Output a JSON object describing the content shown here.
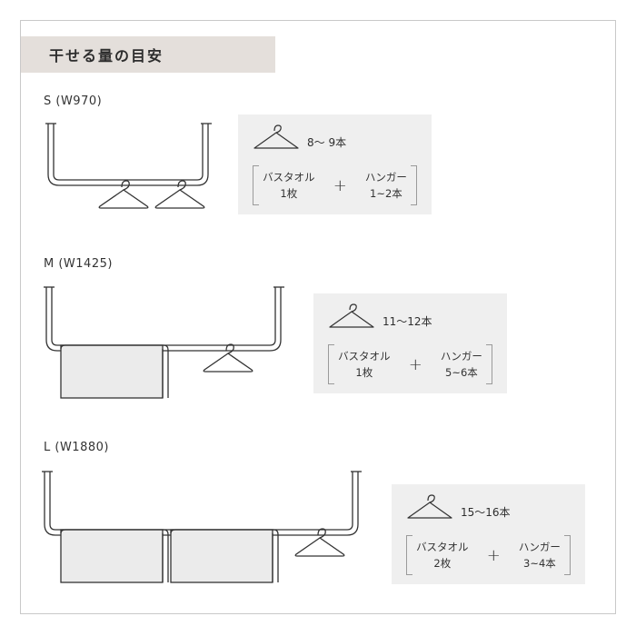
{
  "title": "干せる量の目安",
  "sizes": [
    {
      "label": "S (W970)",
      "hanger_count": "8〜 9本",
      "towel_label": "バスタオル",
      "towel_count": "1枚",
      "plus": "+",
      "hanger_label": "ハンガー",
      "hanger_range": "1~2本"
    },
    {
      "label": "M (W1425)",
      "hanger_count": "11〜12本",
      "towel_label": "バスタオル",
      "towel_count": "1枚",
      "plus": "+",
      "hanger_label": "ハンガー",
      "hanger_range": "5~6本"
    },
    {
      "label": "L (W1880)",
      "hanger_count": "15〜16本",
      "towel_label": "バスタオル",
      "towel_count": "2枚",
      "plus": "+",
      "hanger_label": "ハンガー",
      "hanger_range": "3~4本"
    }
  ],
  "icons": [
    "hanger-icon",
    "towel-icon",
    "rack-icon"
  ],
  "colors": {
    "banner": "#e4dfdb",
    "box": "#efefef",
    "line": "#333333",
    "towel": "#ebebeb"
  }
}
